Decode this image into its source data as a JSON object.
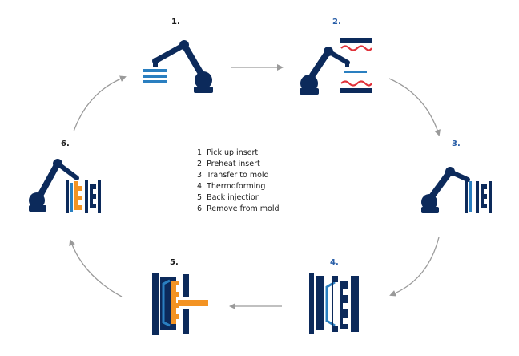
{
  "steps": [
    {
      "number": "1.",
      "label": "1. Pick up insert"
    },
    {
      "number": "2.",
      "label": "2. Preheat insert"
    },
    {
      "number": "3.",
      "label": "3. Transfer to mold"
    },
    {
      "number": "4.",
      "label": "4. Thermoforming"
    },
    {
      "number": "5.",
      "label": "5. Back injection"
    },
    {
      "number": "6.",
      "label": "6. Remove from mold"
    }
  ],
  "colors": {
    "navy": "#0c2a5b",
    "blue": "#2a7fc0",
    "red": "#e0323a",
    "orange": "#f39323",
    "arrow": "#9a9a9a",
    "number_dark": "#1a1a1a",
    "number_blue": "#2a5fa8"
  },
  "icons": {
    "step1": "robot-arm-stacked-inserts-icon",
    "step2": "robot-arm-heater-icon",
    "step3": "robot-arm-mold-insert-icon",
    "step4": "mold-thermoforming-icon",
    "step5": "mold-back-injection-icon",
    "step6": "robot-arm-remove-part-icon"
  }
}
